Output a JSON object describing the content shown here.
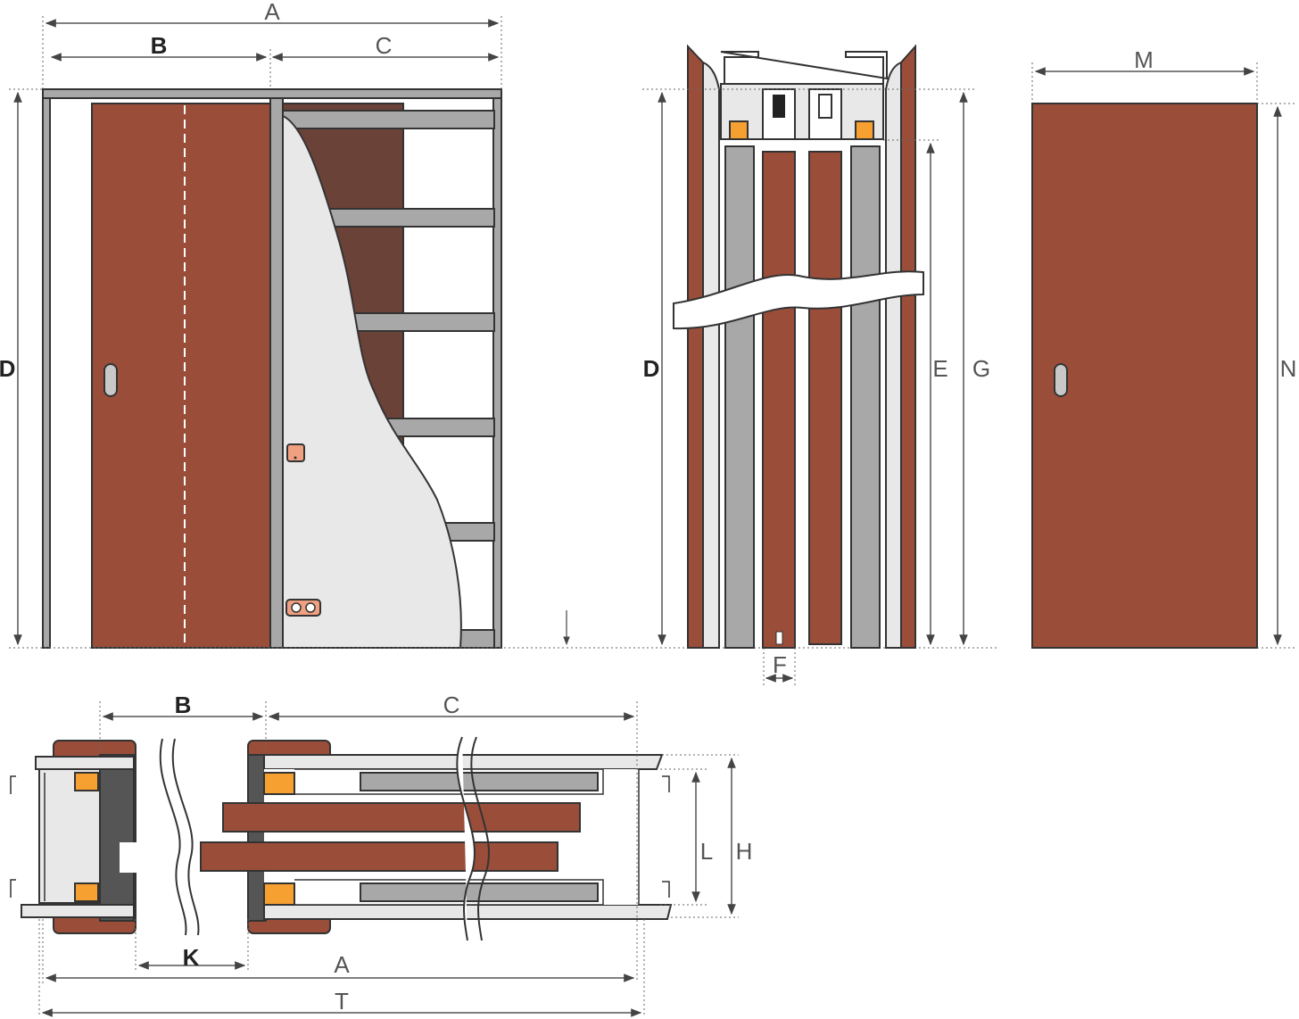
{
  "labels": {
    "A": "A",
    "B": "B",
    "C": "C",
    "D": "D",
    "E": "E",
    "F": "F",
    "G": "G",
    "H": "H",
    "K": "K",
    "L": "L",
    "M": "M",
    "N": "N",
    "T": "T"
  },
  "colors": {
    "door": "#9a4e3a",
    "door_dark": "#6b4237",
    "frame_grey": "#a8a8a8",
    "frame_light": "#e8e8e8",
    "accent_orange": "#f5a030",
    "outline": "#333333",
    "socket_pink": "#f0a080"
  },
  "icons": {
    "door_handle": "door-handle-icon",
    "wall_switch": "wall-switch-icon",
    "wall_socket": "wall-socket-icon"
  }
}
